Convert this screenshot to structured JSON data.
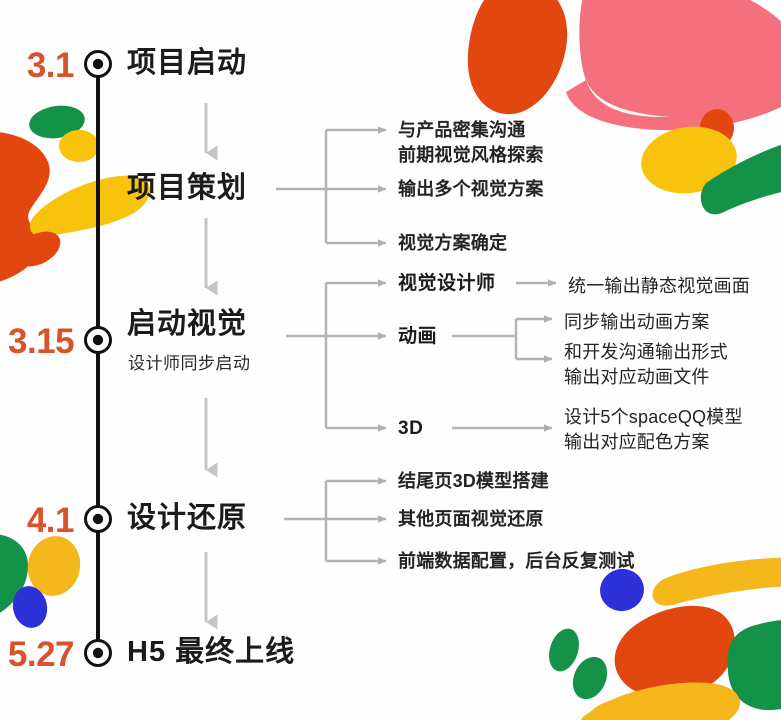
{
  "poster": {
    "title": "H5 项目排期时间线",
    "accent_color": "#D8522C",
    "line_color": "#111111",
    "wire_color": "#b4b4b4",
    "text_color": "#1b1b1b"
  },
  "timeline": {
    "milestones": [
      {
        "date": "3.1",
        "title": "项目启动",
        "subtitle": "",
        "branches": []
      },
      {
        "date": "",
        "title": "项目策划",
        "subtitle": "",
        "branches": [
          {
            "label": "与产品密集沟通\n前期视觉风格探索",
            "children": []
          },
          {
            "label": "输出多个视觉方案",
            "children": []
          },
          {
            "label": "视觉方案确定",
            "children": []
          }
        ]
      },
      {
        "date": "3.15",
        "title": "启动视觉",
        "subtitle": "设计师同步启动",
        "branches": [
          {
            "label": "视觉设计师",
            "children": [
              "统一输出静态视觉画面"
            ]
          },
          {
            "label": "动画",
            "children": [
              "同步输出动画方案",
              "和开发沟通输出形式\n输出对应动画文件"
            ]
          },
          {
            "label": "3D",
            "children": [
              "设计5个spaceQQ模型\n输出对应配色方案"
            ]
          }
        ]
      },
      {
        "date": "4.1",
        "title": "设计还原",
        "subtitle": "",
        "branches": [
          {
            "label": "结尾页3D模型搭建",
            "children": []
          },
          {
            "label": "其他页面视觉还原",
            "children": []
          },
          {
            "label": "前端数据配置，后台反复测试",
            "children": []
          }
        ]
      },
      {
        "date": "5.27",
        "title": "H5 最终上线",
        "subtitle": "",
        "branches": []
      }
    ]
  },
  "labels": {
    "m0_date": "3.1",
    "m0_title": "项目启动",
    "m1_title": "项目策划",
    "m1_b0": "与产品密集沟通\n前期视觉风格探索",
    "m1_b1": "输出多个视觉方案",
    "m1_b2": "视觉方案确定",
    "m2_date": "3.15",
    "m2_title": "启动视觉",
    "m2_sub": "设计师同步启动",
    "m2_b0": "视觉设计师",
    "m2_b0c0": "统一输出静态视觉画面",
    "m2_b1": "动画",
    "m2_b1c0": "同步输出动画方案",
    "m2_b1c1": "和开发沟通输出形式\n输出对应动画文件",
    "m2_b2": "3D",
    "m2_b2c0": "设计5个spaceQQ模型\n输出对应配色方案",
    "m3_date": "4.1",
    "m3_title": "设计还原",
    "m3_b0": "结尾页3D模型搭建",
    "m3_b1": "其他页面视觉还原",
    "m3_b2": "前端数据配置，后台反复测试",
    "m4_date": "5.27",
    "m4_title": "H5 最终上线"
  },
  "decoration": {
    "palette": {
      "orange_red": "#E64718",
      "deep_orange": "#DF4A12",
      "pink": "#F4707E",
      "yellow": "#F7C90C",
      "gold": "#F4B81C",
      "green": "#14924A",
      "blue": "#2E30D8"
    },
    "description": "abstract confetti blobs in corners"
  }
}
